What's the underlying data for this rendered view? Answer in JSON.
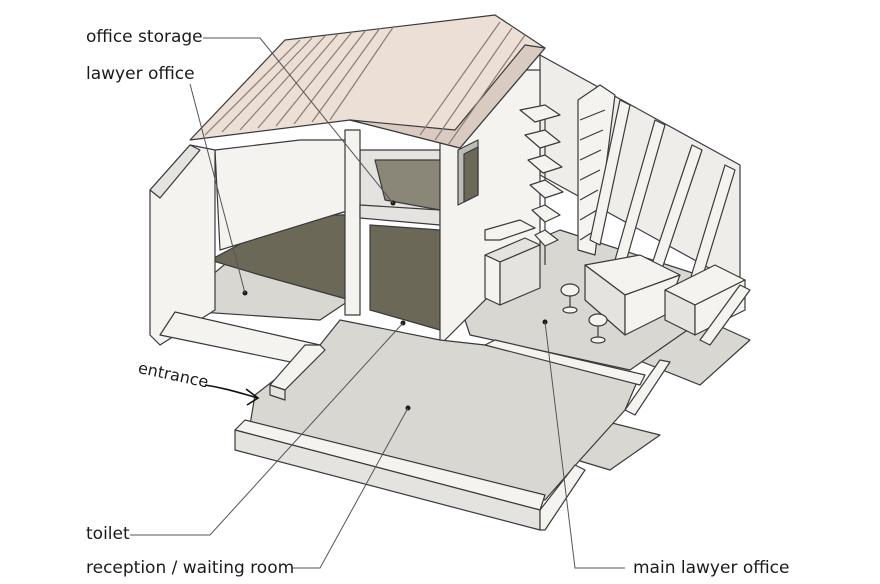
{
  "labels": {
    "office_storage": "office storage",
    "lawyer_office": "lawyer office",
    "entrance": "entrance",
    "toilet": "toilet",
    "reception": "reception / waiting room",
    "main_lawyer_office": "main lawyer office"
  },
  "colors": {
    "floor": "#d8d7d2",
    "shadow_floor": "#6b6857",
    "wall": "#f4f3f0",
    "wall_side": "#e4e3df",
    "roof": "#ecdfd6",
    "line": "#3a3a3a",
    "leader": "#555555"
  }
}
